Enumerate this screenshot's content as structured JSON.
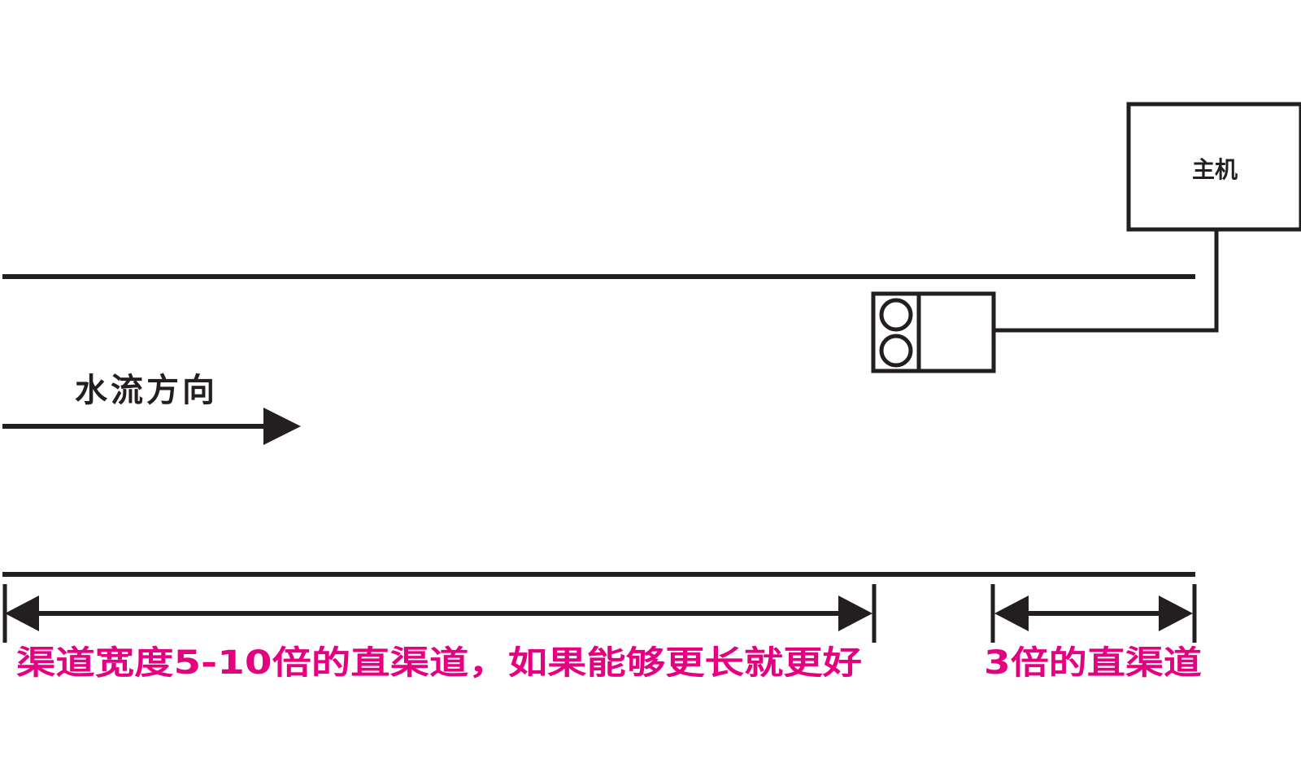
{
  "host_label": "主机",
  "flow_direction_label": "水流方向",
  "upstream_requirement": "渠道宽度5-10倍的直渠道，如果能够更长就更好",
  "downstream_requirement": "3倍的直渠道",
  "colors": {
    "line": "#231f20",
    "highlight": "#e4007f",
    "background": "#ffffff"
  },
  "icons": {
    "host": "host-unit-box",
    "sensor": "dual-circle-sensor-icon",
    "flow_arrow": "arrow-right-icon",
    "dimension": "double-headed-arrow-icon"
  }
}
